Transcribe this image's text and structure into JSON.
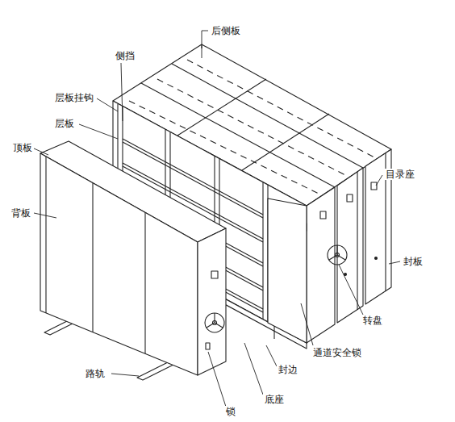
{
  "diagram": {
    "labels": [
      "后侧板",
      "侧挡",
      "层板挂钩",
      "层板",
      "顶板",
      "背板",
      "目录座",
      "封板",
      "转盘",
      "通道安全锁",
      "路轨",
      "封边",
      "底座",
      "锁"
    ]
  }
}
